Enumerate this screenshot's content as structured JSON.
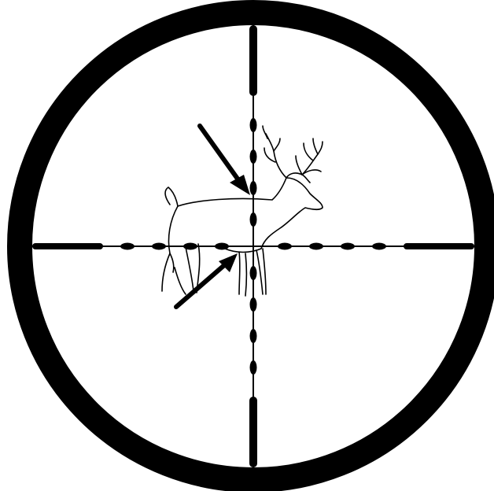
{
  "figure": {
    "subject": "deer-silhouette",
    "reticle": "duplex-mil-dot",
    "colors": {
      "ink": "#000000",
      "background": "#ffffff"
    },
    "pointers": [
      {
        "name": "upper-arrow",
        "direction": "down-right"
      },
      {
        "name": "lower-arrow",
        "direction": "up-right"
      }
    ]
  }
}
